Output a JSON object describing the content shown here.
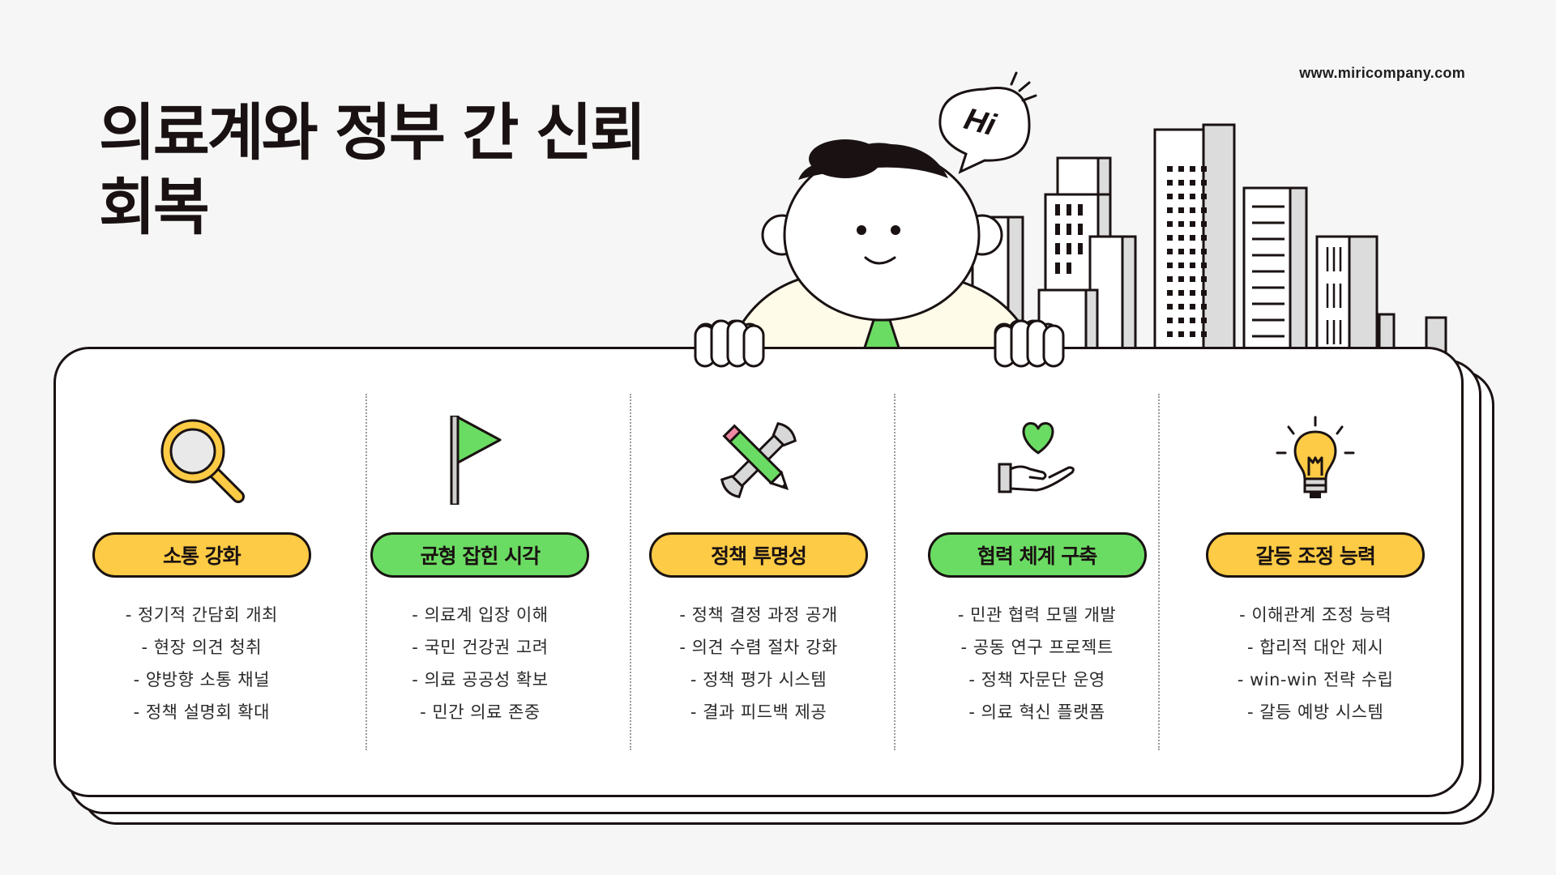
{
  "site_url": "www.miricompany.com",
  "title": {
    "line1": "의료계와 정부 간 신뢰",
    "line2": "회복"
  },
  "speech_bubble": "Hi",
  "colors": {
    "yellow": "#fdcb45",
    "green": "#6bdc63",
    "ink": "#1a1212",
    "background": "#f6f6f6"
  },
  "columns": [
    {
      "icon": "magnifier-icon",
      "pill_color": "yellow",
      "label": "소통 강화",
      "items": [
        "- 정기적 간담회 개최",
        "- 현장 의견 청취",
        "- 양방향 소통 채널",
        "- 정책 설명회 확대"
      ]
    },
    {
      "icon": "flag-icon",
      "pill_color": "green",
      "label": "균형 잡힌 시각",
      "items": [
        "- 의료계 입장 이해",
        "- 국민 건강권 고려",
        "- 의료 공공성 확보",
        "- 민간 의료 존중"
      ]
    },
    {
      "icon": "pencil-wrench-icon",
      "pill_color": "yellow",
      "label": "정책 투명성",
      "items": [
        "- 정책 결정 과정 공개",
        "- 의견 수렴 절차 강화",
        "- 정책 평가 시스템",
        "- 결과 피드백 제공"
      ]
    },
    {
      "icon": "heart-hand-icon",
      "pill_color": "green",
      "label": "협력 체계 구축",
      "items": [
        "- 민관 협력 모델 개발",
        "- 공동 연구 프로젝트",
        "- 정책 자문단 운영",
        "- 의료 혁신 플랫폼"
      ]
    },
    {
      "icon": "lightbulb-icon",
      "pill_color": "yellow",
      "label": "갈등 조정 능력",
      "items": [
        "- 이해관계 조정 능력",
        "- 합리적 대안 제시",
        "- win-win 전략 수립",
        "- 갈등 예방 시스템"
      ]
    }
  ]
}
